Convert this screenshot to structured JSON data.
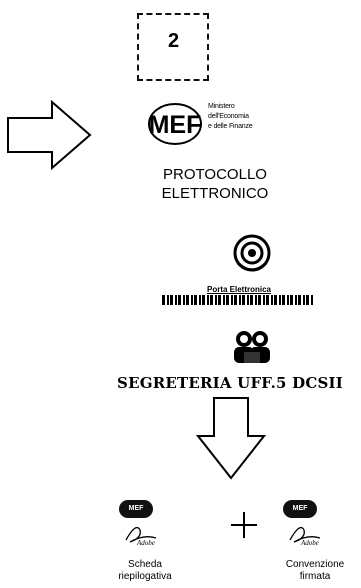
{
  "step": {
    "number": "2"
  },
  "mef": {
    "logo_text": "MEF",
    "tagline_lines": [
      "Ministero",
      "dell'Economia",
      "e delle Finanze"
    ]
  },
  "protocollo": {
    "line1": "PROTOCOLLO",
    "line2": "ELETTRONICO"
  },
  "porta": {
    "label": "Porta Elettronica"
  },
  "segreteria": {
    "label": "SEGRETERIA UFF.5 DCSII"
  },
  "documents": [
    {
      "badge": "MEF",
      "acrobat_text": "Adobe",
      "caption_line1": "Scheda",
      "caption_line2": "riepilogativa"
    },
    {
      "badge": "MEF",
      "acrobat_text": "Adobe",
      "caption_line1": "Convenzione",
      "caption_line2": "firmata"
    }
  ],
  "colors": {
    "ink": "#000000",
    "background": "#ffffff"
  }
}
